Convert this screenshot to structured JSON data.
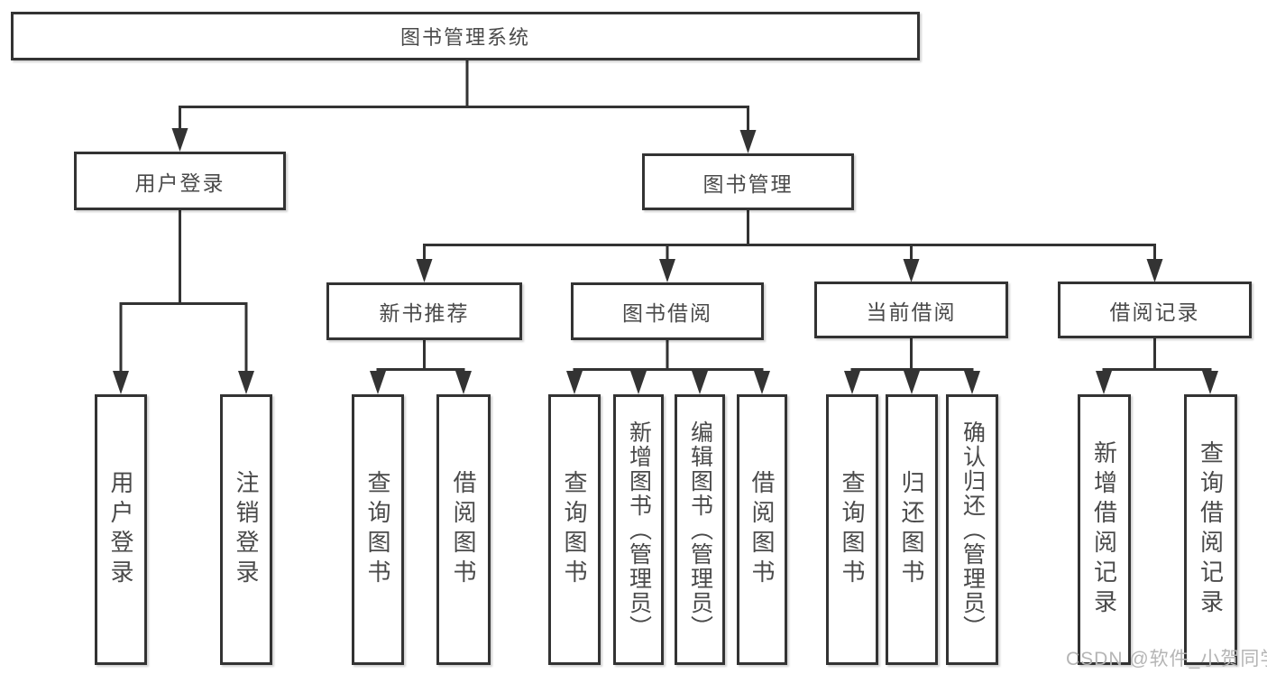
{
  "diagram": {
    "title": "图书管理系统",
    "level2": {
      "user_login": "用户登录",
      "book_mgmt": "图书管理"
    },
    "level3": {
      "new_books": "新书推荐",
      "book_borrow": "图书借阅",
      "current_borrow": "当前借阅",
      "borrow_records": "借阅记录"
    },
    "leaves": {
      "login_user": "用户登录",
      "login_logout": "注销登录",
      "newbooks_query": "查询图书",
      "newbooks_borrow": "借阅图书",
      "borrow_query": "查询图书",
      "borrow_add": "新增图书（管理员）",
      "borrow_edit": "编辑图书（管理员）",
      "borrow_borrow": "借阅图书",
      "current_query": "查询图书",
      "current_return": "归还图书",
      "current_confirm": "确认归还（管理员）",
      "records_add": "新增借阅记录",
      "records_query": "查询借阅记录"
    },
    "watermark": "CSDN @软件_小贺同学",
    "colors": {
      "line": "#333333",
      "box_border": "#333333",
      "text": "#4a4a4a",
      "watermark": "#b5b5b5",
      "background": "#ffffff"
    }
  }
}
